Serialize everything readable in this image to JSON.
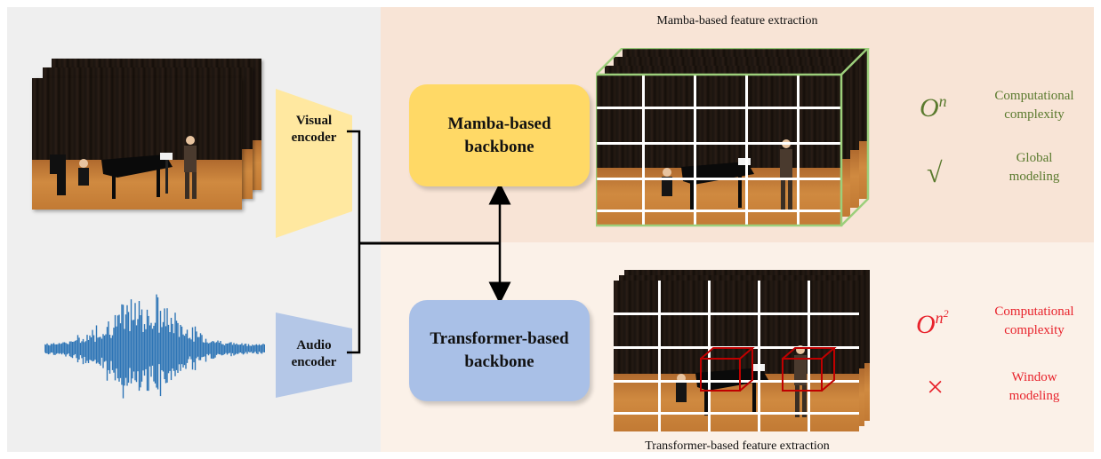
{
  "encoders": {
    "visual_label_line1": "Visual",
    "visual_label_line2": "encoder",
    "audio_label_line1": "Audio",
    "audio_label_line2": "encoder"
  },
  "mamba_section": {
    "title": "Mamba-based feature extraction",
    "backbone_line1": "Mamba-based",
    "backbone_line2": "backbone",
    "complexity_symbol": "O",
    "complexity_exp": "n",
    "complexity_line1": "Computational",
    "complexity_line2": "complexity",
    "modeling_mark": "√",
    "modeling_line1": "Global",
    "modeling_line2": "modeling"
  },
  "transformer_section": {
    "title": "Transformer-based feature extraction",
    "backbone_line1": "Transformer-based",
    "backbone_line2": "backbone",
    "complexity_symbol": "O",
    "complexity_exp": "n",
    "complexity_exp2": "2",
    "complexity_line1": "Computational",
    "complexity_line2": "complexity",
    "modeling_mark": "×",
    "modeling_line1": "Window",
    "modeling_line2": "modeling"
  },
  "colors": {
    "mamba_backbone": "#ffd966",
    "transformer_backbone": "#a9c0e7",
    "encoder_visual": "#ffe8a0",
    "encoder_audio": "#b4c7e7",
    "mamba_cube": "#9ccf7b",
    "window_cube": "#c00000",
    "green_text": "#5a7a2e",
    "red_text": "#e8232c",
    "waveform": "#2e75b6"
  }
}
